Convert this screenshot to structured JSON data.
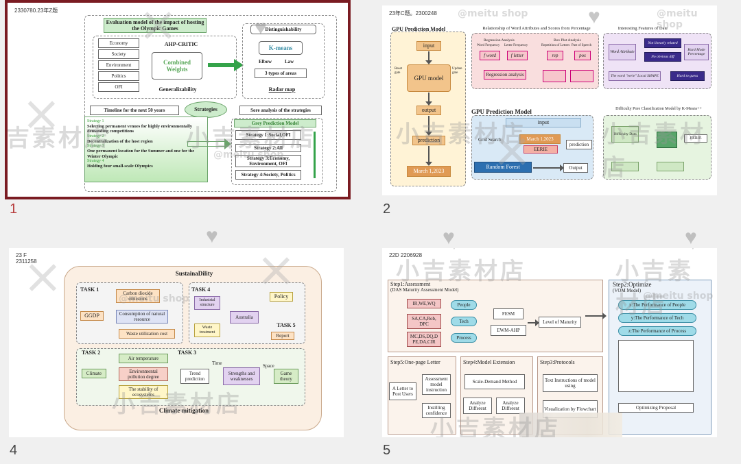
{
  "slides": [
    {
      "number": "1",
      "tag": "2330780.23年Z题",
      "title": "Evaluation model of the impact of hosting the Olympic Games",
      "factors": [
        "Economy",
        "Society",
        "Environment",
        "Politics",
        "OFI"
      ],
      "method": "AHP-CRITIC",
      "combined": "Combined Weights",
      "generalizability": "Generalizability",
      "distinguishability": "Distinguishability",
      "kmeans": "K-means",
      "elbow": "Elbow",
      "law": "Law",
      "areas": "3 types of areas",
      "radar": "Radar map",
      "timeline_title": "Timeline for the next 50 years",
      "strategies_oval": "Strategies",
      "sore_title": "Sore analysis of the strategies",
      "grey_model": "Grey Prediction Model",
      "strategy_items": [
        {
          "head": "Strategy 1",
          "text": "Selecting permanent venues for highly environmentally demanding competitions"
        },
        {
          "head": "Strategy 2",
          "text": "Decentralization of the host region"
        },
        {
          "head": "Strategy 3",
          "text": "One permanent location for the Summer and one for the Winter Olympic"
        },
        {
          "head": "Strategy 4",
          "text": "Holding four small-scale Olympics"
        }
      ],
      "sore_items": [
        "Strategy 1:Social,OFI",
        "Strategy 2:All",
        "Strategy 3:Economy, Environment, OFI",
        "Strategy 4:Society, Politics"
      ]
    },
    {
      "number": "2",
      "tag": "23年C题。2300248",
      "gpu_title": "GPU Prediction Model",
      "input": "input",
      "gpu_model": "GPU model",
      "output": "output",
      "prediction": "prediction",
      "date": "March 1,2023",
      "reset_gate": "Reset gate",
      "update_gate": "Update gate",
      "rel_title": "Relationship of Word Attributes and Scores from Percentage",
      "reg_analysis": "Regression Analysis",
      "word_freq": "Word Frequency",
      "letter_freq": "Letter Frequency",
      "box_plot": "Box Plot Analysis",
      "reg_letters": "Repetition of Letters",
      "part_speech": "Part of Speech",
      "f_word": "f word",
      "f_letter": "f letter",
      "rep": "rep",
      "pos": "pos",
      "reg_analysis2": "Regression analysis",
      "interest_title": "Interesting Features of Date",
      "word_attr": "Word Attribute",
      "not_linear": "Not linearly related",
      "no_obvious": "No obvious diff",
      "hard_mode": "Hard Mode Percentage",
      "eerie_note": "The word \"eerie\" Local SHAPE",
      "hard_to_guess": "Hard to guess",
      "gpu_pred_title": "GPU Prediction Model",
      "input2": "input",
      "grid_search": "Grid Search",
      "date2": "March 1,2023",
      "eerie": "EERIE",
      "prediction2": "prediction",
      "random_forest": "Random Forest",
      "output2": "Output",
      "difficulty_title": "Difficulty Pore Classification Model by K-Means++",
      "difficulty": "Difficulty Data",
      "eerie2": "EERIE"
    },
    {
      "number": "4",
      "tag": "23 F\n2311258",
      "title": "SustainaDility",
      "task1": "TASK 1",
      "task2": "TASK 2",
      "task3": "TASK 3",
      "task4": "TASK 4",
      "task5": "TASK 5",
      "ggdp": "GGDP",
      "t1_items": [
        "Carbon dioxide emissions",
        "Consumption of natural resource",
        "Waste utilization cost"
      ],
      "industrial": "Industrial structure",
      "waste_treat": "Waste treatment",
      "australia": "Australia",
      "policy": "Policy",
      "report": "Report",
      "climate": "Climate",
      "t2_items": [
        "Air temperature",
        "Environmental pollution degree",
        "The stability of ecosystems"
      ],
      "time": "Time",
      "space": "Space",
      "trend": "Trend prediction",
      "strengths": "Strengths and weaknesses",
      "game": "Game theory",
      "bottom": "Climate mitigation"
    },
    {
      "number": "5",
      "tag": "22D 2206928",
      "step1": "Step1:Assessment",
      "step1_sub": "(DAS Maturity Assessment Model)",
      "ir": "IR,WE,WQ",
      "sa": "SA,CA,Rob, DPC",
      "mc": "MC,DS,DQ,D PE,DA,CIR",
      "people": "People",
      "tech": "Tech",
      "process": "Process",
      "fesm": "FESM",
      "ewm": "EWM-AHP",
      "maturity": "Level of Maturity",
      "step2": "Step2:Optimize",
      "step2_sub": "(VOM Model)",
      "perf_people": "x:The Performance of People",
      "perf_tech": "y:The Performance of Tech",
      "perf_process": "z:The Performance of Process",
      "step5": "Step5:One-page Letter",
      "letter": "A Letter to Post Users",
      "assess": "Assessment model instruction",
      "instill": "Instilling confidence",
      "step4": "Step4:Model Extension",
      "scale": "Scale-Demand Method",
      "analyze1": "Analyze Different",
      "analyze2": "Analyze Different",
      "step3": "Step3:Protocols",
      "text_inst": "Text Instructions of model using",
      "vis": "Visualization by Flowchart",
      "optimizing": "Optimizing Proposal"
    }
  ],
  "watermark": {
    "store": "小吉素材店",
    "shop": "@meitu shop"
  }
}
